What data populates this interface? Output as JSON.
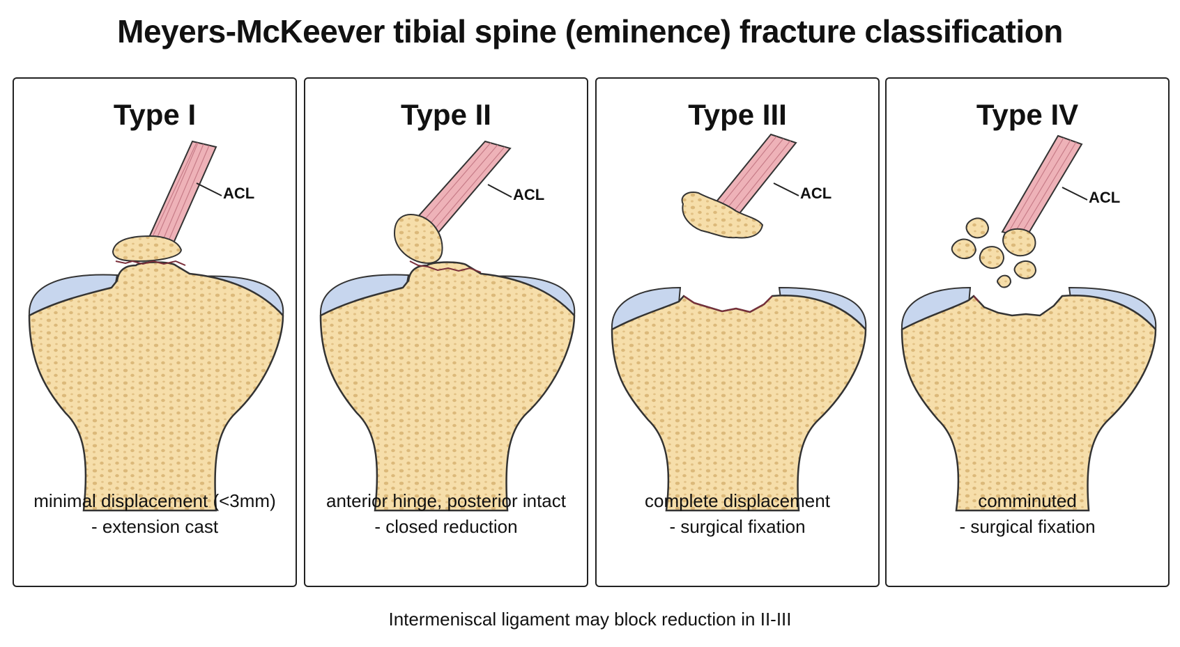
{
  "title": "Meyers-McKeever tibial spine (eminence) fracture classification",
  "panels": [
    {
      "type": "Type I",
      "acl": "ACL",
      "line1": "minimal displacement (<3mm)",
      "line2": "- extension cast"
    },
    {
      "type": "Type II",
      "acl": "ACL",
      "line1": "anterior hinge, posterior intact",
      "line2": "- closed reduction"
    },
    {
      "type": "Type III",
      "acl": "ACL",
      "line1": "complete displacement",
      "line2": "- surgical fixation"
    },
    {
      "type": "Type IV",
      "acl": "ACL",
      "line1": "comminuted",
      "line2": "- surgical fixation"
    }
  ],
  "footer": "Intermeniscal ligament may block reduction in II-III",
  "colors": {
    "bone_fill": "#f6deaa",
    "bone_outline": "#c9a867",
    "trabecular": "#dcb97a",
    "meniscus": "#c7d6ee",
    "ligament": "#eeb2b8",
    "fracture_line": "#7a2f3a"
  }
}
